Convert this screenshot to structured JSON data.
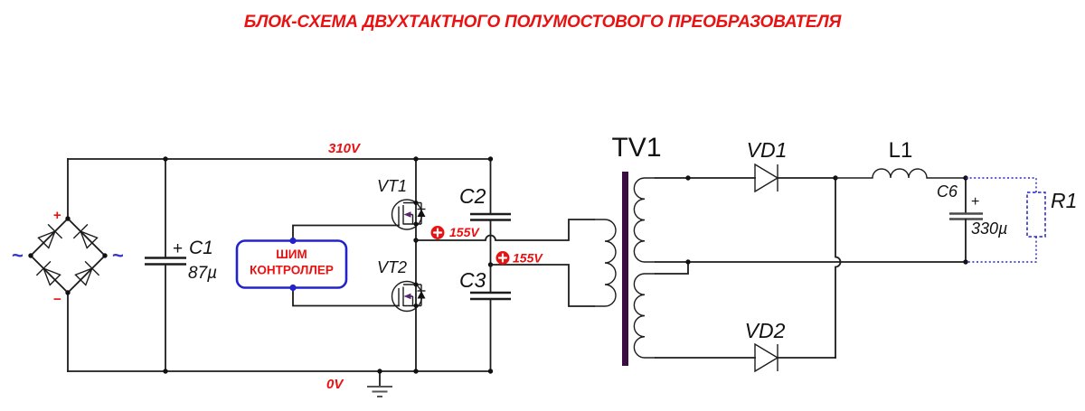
{
  "title": "БЛОК-СХЕМА ДВУХТАКТНОГО ПОЛУМОСТОВОГО ПРЕОБРАЗОВАТЕЛЯ",
  "colors": {
    "accent_red": "#e81212",
    "accent_blue": "#2323cc",
    "ac_blue": "#3333cc",
    "core_purple": "#3b0e42",
    "wire": "#1c1c1c"
  },
  "source": {
    "ac_left": "~",
    "ac_right": "~",
    "plus": "+",
    "minus": "−"
  },
  "voltages": {
    "bus": "310V",
    "ground": "0V",
    "upper_half": "155V",
    "lower_half": "155V"
  },
  "components": {
    "c1": {
      "ref": "C1",
      "value": "87µ",
      "polarity": "+"
    },
    "pwm": {
      "line1": "ШИМ",
      "line2": "КОНТРОЛЛЕР"
    },
    "vt1": {
      "ref": "VT1"
    },
    "vt2": {
      "ref": "VT2"
    },
    "c2": {
      "ref": "C2"
    },
    "c3": {
      "ref": "C3"
    },
    "tv1": {
      "ref": "TV1"
    },
    "vd1": {
      "ref": "VD1"
    },
    "vd2": {
      "ref": "VD2"
    },
    "l1": {
      "ref": "L1"
    },
    "c6": {
      "ref": "C6",
      "value": "330µ",
      "polarity": "+"
    },
    "r1": {
      "ref": "R1"
    }
  }
}
